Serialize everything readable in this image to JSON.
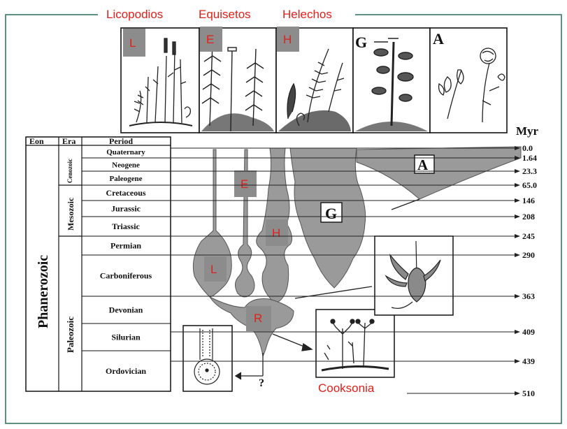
{
  "header": {
    "licopodios": "Licopodios",
    "equisetos": "Equisetos",
    "helechos": "Helechos"
  },
  "tags": {
    "L_top": "L",
    "E_top": "E",
    "H_top": "H",
    "E_mid": "E",
    "H_mid": "H",
    "L_mid": "L",
    "R_mid": "R"
  },
  "panel_letters": {
    "G": "G",
    "A": "A"
  },
  "blob_letters": {
    "G": "G",
    "A": "A"
  },
  "myr_title": "Myr",
  "table_headers": {
    "eon": "Eon",
    "era": "Era",
    "period": "Period"
  },
  "eon": "Phanerozoic",
  "eras": {
    "cenozoic": "Cenozoic",
    "mesozoic": "Mesozoic",
    "paleozoic": "Paleozoic"
  },
  "periods": [
    "Quaternary",
    "Neogene",
    "Paleogene",
    "Cretaceous",
    "Jurassic",
    "Triassic",
    "Permian",
    "Carboniferous",
    "Devonian",
    "Silurian",
    "Ordovician"
  ],
  "myr_values": [
    "0.0",
    "1.64",
    "23.3",
    "65.0",
    "146",
    "208",
    "245",
    "290",
    "363",
    "409",
    "439",
    "510"
  ],
  "cooksonia": "Cooksonia",
  "question": "?",
  "colors": {
    "accent_red": "#e0201a",
    "tag_gray": "#8c8c8c",
    "blob_gray": "#9a9a9a",
    "frame_green": "#2c6b55"
  }
}
